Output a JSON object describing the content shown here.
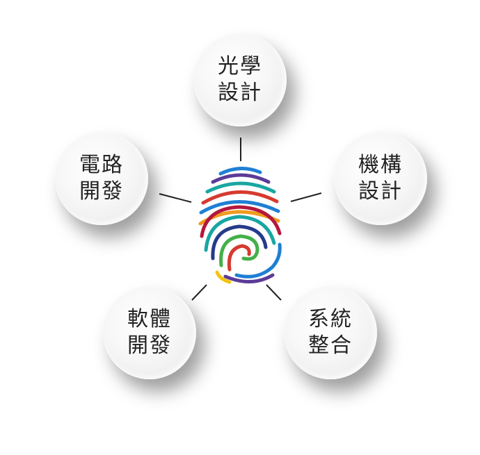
{
  "nodes": [
    {
      "id": "optics",
      "line1": "光學",
      "line2": "設計"
    },
    {
      "id": "mechanism",
      "line1": "機構",
      "line2": "設計"
    },
    {
      "id": "circuit",
      "line1": "電路",
      "line2": "開發"
    },
    {
      "id": "software",
      "line1": "軟體",
      "line2": "開發"
    },
    {
      "id": "system",
      "line1": "系統",
      "line2": "整合"
    }
  ],
  "colors": {
    "blue": "#1f7fd4",
    "teal": "#19a6a3",
    "red": "#d63a2f",
    "orange": "#f09a1d",
    "green": "#43b049",
    "purple": "#5b3b97",
    "crimson": "#b5173c",
    "yellow": "#f4c30f",
    "navy": "#253b8a"
  },
  "center_icon": "fingerprint-icon"
}
